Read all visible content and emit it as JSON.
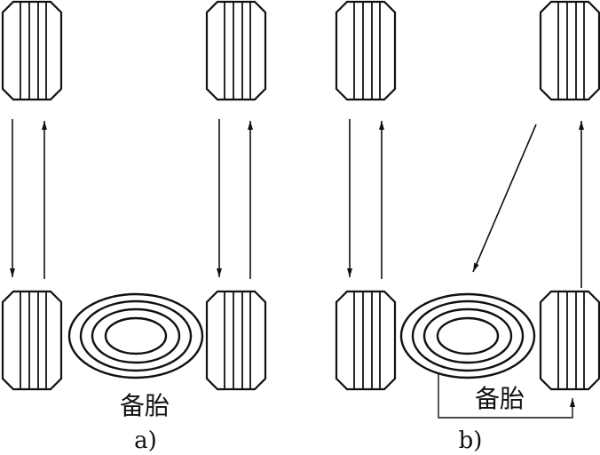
{
  "diagram": {
    "panel_a": {
      "spare_tire_label": "备胎",
      "caption": "a)"
    },
    "panel_b": {
      "spare_tire_label": "备胎",
      "caption": "b)"
    }
  },
  "colors": {
    "stroke": "#111111",
    "background": "#ffffff"
  },
  "icons": [
    "tire-icon",
    "spare-tire-icon",
    "arrow-icon"
  ]
}
